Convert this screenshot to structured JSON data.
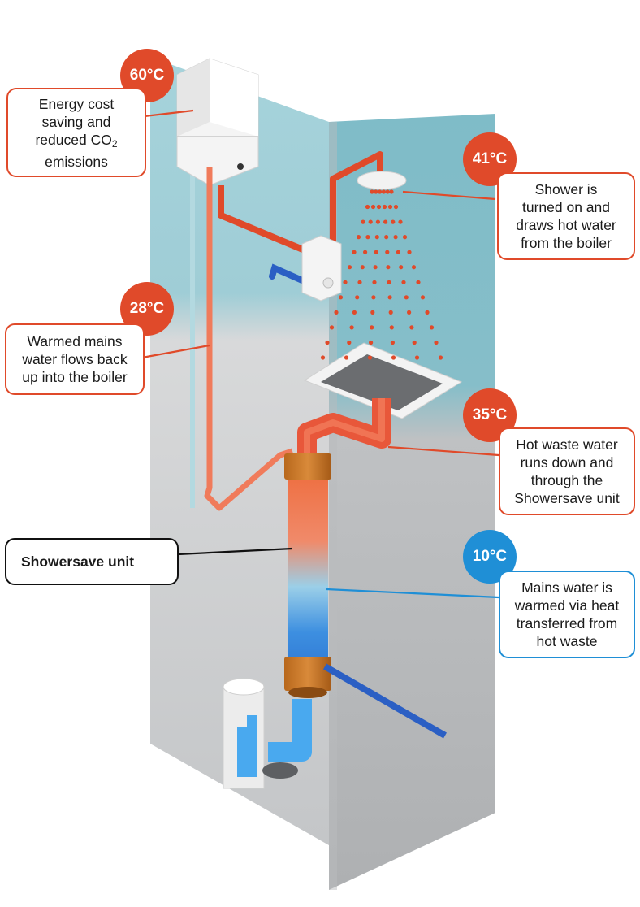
{
  "temperatures": {
    "boiler": "60°C",
    "shower": "41°C",
    "return": "28°C",
    "waste": "35°C",
    "mains": "10°C"
  },
  "callouts": {
    "boiler": [
      "Energy cost",
      "saving and",
      "reduced CO",
      "2",
      "emissions"
    ],
    "shower": [
      "Shower is",
      "turned on and",
      "draws hot water",
      "from the boiler"
    ],
    "return": [
      "Warmed mains",
      "water flows back",
      "up into the boiler"
    ],
    "waste": [
      "Hot waste water",
      "runs down and",
      "through the",
      "Showersave unit"
    ],
    "mains": [
      "Mains water is",
      "warmed via heat",
      "transferred from",
      "hot waste"
    ],
    "unit": "Showersave unit"
  },
  "colors": {
    "hot": "#e04a2a",
    "cold": "#1f8fd6",
    "wall_top": "#8cc7d2",
    "wall_bottom": "#c7c9cb"
  }
}
